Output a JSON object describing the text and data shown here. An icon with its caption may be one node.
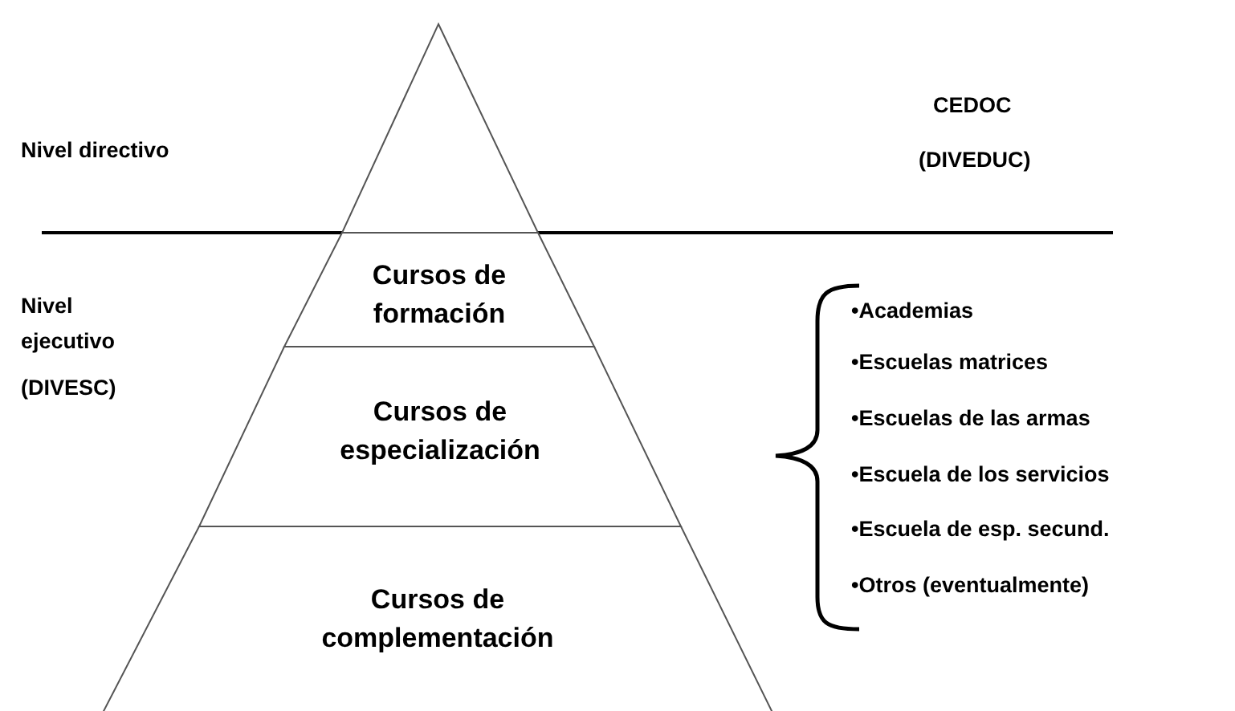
{
  "diagram": {
    "nodes": [
      {
        "text": [],
        "shape": "triangle"
      },
      {
        "text": [
          "Cursos de formación"
        ]
      },
      {
        "text": [
          "Cursos de especialización"
        ]
      },
      {
        "text": [
          "Cursos de complementación"
        ]
      }
    ],
    "labels": [
      "Nivel directivo",
      "CEDOC",
      "(DIVEDUC)",
      "Nivel ejecutivo",
      "(DIVESC)",
      "•Academias",
      "•Escuelas matrices",
      "•Escuelas de las armas",
      "•Escuela de los servicios",
      "•Escuela de esp. secund.",
      "•Otros (eventualmente)"
    ]
  }
}
